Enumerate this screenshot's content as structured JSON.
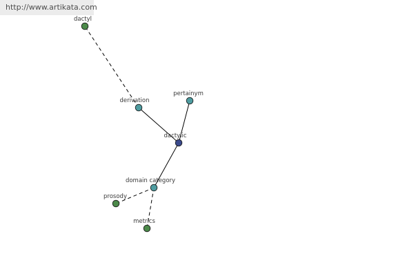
{
  "header": {
    "site_link": "http://www.artikata.com"
  },
  "graph": {
    "colors": {
      "center": "#3b4a8c",
      "relation": "#4e9ca0",
      "leaf": "#4c8a4a",
      "stroke": "#1a1a1a",
      "edge": "#000000"
    },
    "nodes": [
      {
        "id": "dactylic",
        "label": "dactylic",
        "kind": "center"
      },
      {
        "id": "derivation",
        "label": "derivation",
        "kind": "relation"
      },
      {
        "id": "pertainym",
        "label": "pertainym",
        "kind": "relation"
      },
      {
        "id": "domain-category",
        "label": "domain category",
        "kind": "relation"
      },
      {
        "id": "dactyl",
        "label": "dactyl",
        "kind": "leaf"
      },
      {
        "id": "prosody",
        "label": "prosody",
        "kind": "leaf"
      },
      {
        "id": "metrics",
        "label": "metrics",
        "kind": "leaf"
      }
    ],
    "edges": [
      {
        "from": "dactylic",
        "to": "derivation",
        "style": "solid"
      },
      {
        "from": "dactylic",
        "to": "pertainym",
        "style": "solid"
      },
      {
        "from": "dactylic",
        "to": "domain-category",
        "style": "solid"
      },
      {
        "from": "derivation",
        "to": "dactyl",
        "style": "dashed"
      },
      {
        "from": "domain-category",
        "to": "prosody",
        "style": "dashed"
      },
      {
        "from": "domain-category",
        "to": "metrics",
        "style": "dashed"
      }
    ]
  }
}
